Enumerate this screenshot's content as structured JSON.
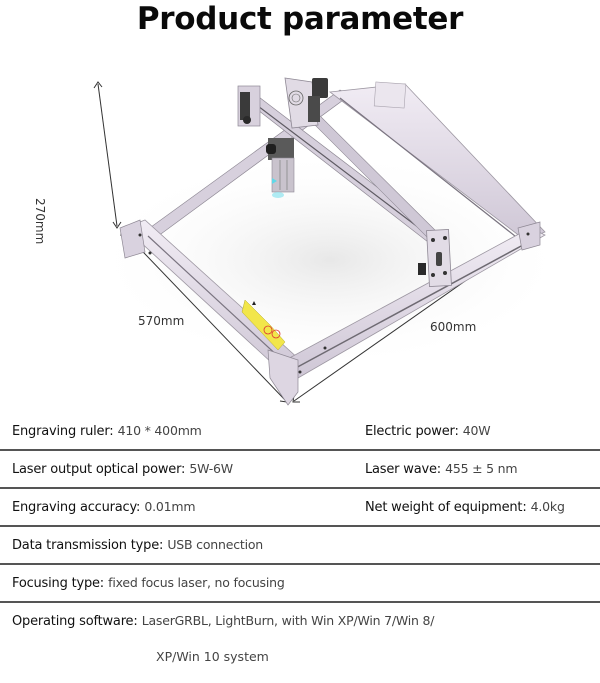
{
  "title": "Product parameter",
  "figure": {
    "subject": "laser engraver gantry frame",
    "dimensions": {
      "height": "270mm",
      "depth": "570mm",
      "width": "600mm"
    }
  },
  "specs": {
    "rows": [
      {
        "left": {
          "label": "Engraving ruler:",
          "value": "410 * 400mm"
        },
        "right": {
          "label": "Electric power:",
          "value": "40W"
        }
      },
      {
        "left": {
          "label": "Laser output optical power:",
          "value": "5W-6W"
        },
        "right": {
          "label": "Laser wave:",
          "value": "455 ± 5 nm"
        }
      },
      {
        "left": {
          "label": "Engraving accuracy:",
          "value": "0.01mm"
        },
        "right": {
          "label": "Net weight of equipment:",
          "value": "4.0kg"
        }
      }
    ],
    "data_transmission": {
      "label": "Data transmission type:",
      "value": "USB connection"
    },
    "focusing": {
      "label": "Focusing type:",
      "value": "fixed focus laser, no focusing"
    },
    "software": {
      "label": "Operating software:",
      "value_line1": "LaserGRBL, LightBurn, with Win XP/Win 7/Win 8/",
      "value_line2": "XP/Win 10 system"
    }
  },
  "colors": {
    "frame": "#e6e0ea",
    "frame_shadow": "#b9b2bf",
    "rail": "#6e6a72",
    "label_yellow": "#f2e64a",
    "laser_blue": "#5fd8e8",
    "divider": "#555555"
  }
}
